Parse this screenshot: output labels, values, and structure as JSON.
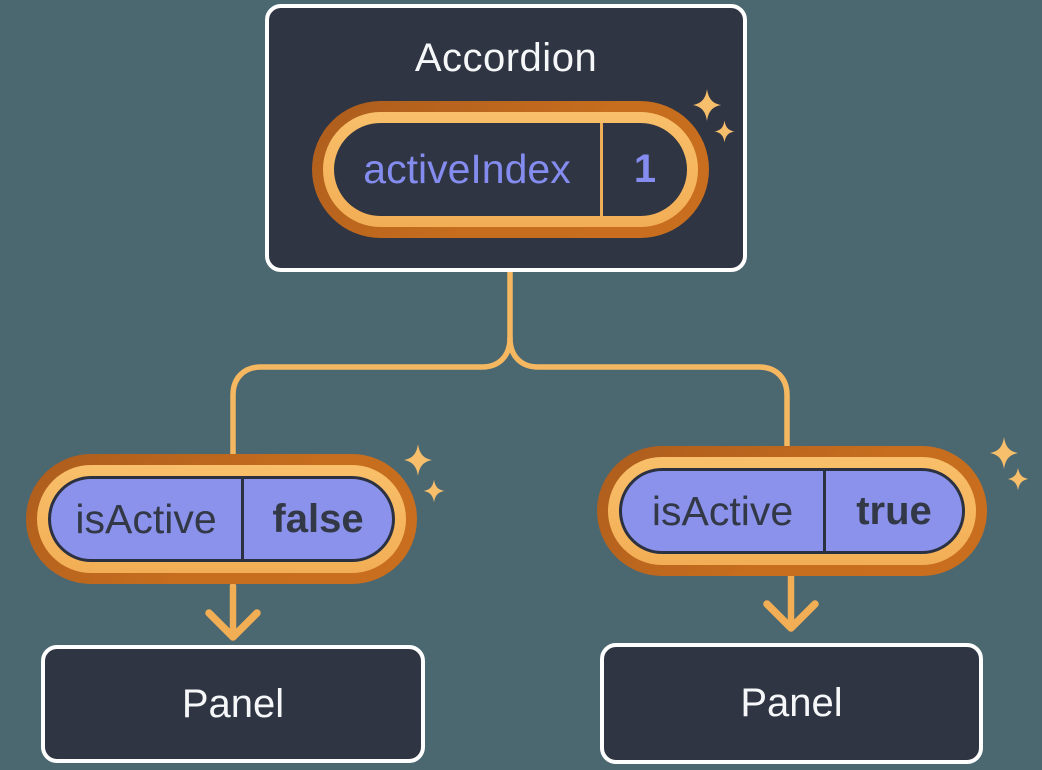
{
  "diagram": {
    "root": {
      "title": "Accordion",
      "state_name": "activeIndex",
      "state_value": "1"
    },
    "children": [
      {
        "prop_name": "isActive",
        "prop_value": "false",
        "child_title": "Panel"
      },
      {
        "prop_name": "isActive",
        "prop_value": "true",
        "child_title": "Panel"
      }
    ]
  },
  "colors": {
    "background": "#4B6770",
    "card_fill": "#2F3542",
    "card_border": "#FFFFFF",
    "pill_glow_dark_orange": "#C2671C",
    "pill_glow_light_orange": "#F7BA62",
    "connector_line": "#F5B860",
    "arrow": "#F2AE54",
    "sparkle": "#F7BF6C",
    "purple_fill": "#8B92EB",
    "purple_text": "#848CEF",
    "dark_text_on_purple": "#323846",
    "title_text": "#F6F7F9"
  }
}
